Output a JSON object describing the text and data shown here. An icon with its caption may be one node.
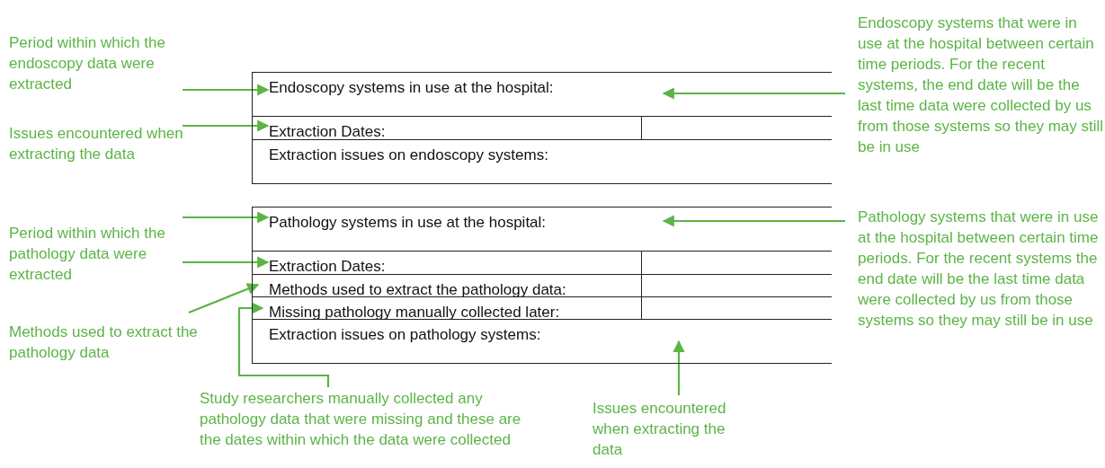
{
  "diagram": {
    "nodes": [
      {
        "text": [
          "Period within which the endoscopy data were extracted"
        ]
      },
      {
        "text": [
          "Issues encountered when extracting the data"
        ]
      },
      {
        "text": [
          "Endoscopy systems in use at the hospital:"
        ]
      },
      {
        "text": [
          "Extraction Dates:"
        ]
      },
      {
        "text": [],
        "shape": "box"
      },
      {
        "text": [
          "Extraction issues on endoscopy systems:"
        ]
      },
      {
        "text": [
          "Endoscopy systems that were in use at the hospital between certain time periods. For the recent systems, the end date will be the last time data were collected by us from those systems so they may still be in use"
        ]
      },
      {
        "text": [
          "Period within which the pathology data were extracted"
        ]
      },
      {
        "text": [
          "Methods used to extract the pathology data"
        ]
      },
      {
        "text": [
          "Pathology systems in use at the hospital:"
        ]
      },
      {
        "text": [
          "Extraction Dates:"
        ]
      },
      {
        "text": [],
        "shape": "box"
      },
      {
        "text": [
          "Methods used to extract the pathology data:"
        ]
      },
      {
        "text": [],
        "shape": "box"
      },
      {
        "text": [
          "Missing pathology manually collected later:"
        ]
      },
      {
        "text": [],
        "shape": "box"
      },
      {
        "text": [
          "Extraction issues on pathology systems:"
        ]
      },
      {
        "text": [
          "Pathology systems that were in use at the hospital between certain time periods. For the recent systems the end date will be the last time data were collected by us from those systems so they may still be in use"
        ]
      },
      {
        "text": [
          "Study researchers manually collected any pathology data that were missing and these are the dates within which the data were collected"
        ]
      },
      {
        "text": [
          "Issues encountered when extracting the data"
        ]
      }
    ],
    "edges": [
      {
        "from": 0,
        "to": 2,
        "arrow": "to"
      },
      {
        "from": 1,
        "to": 3,
        "arrow": "to"
      },
      {
        "from": 6,
        "to": 2,
        "arrow": "to"
      },
      {
        "from": 7,
        "to": 9,
        "arrow": "to"
      },
      {
        "from": 7,
        "to": 10,
        "arrow": "to"
      },
      {
        "from": 8,
        "to": 12,
        "arrow": "to"
      },
      {
        "from": 18,
        "to": 14,
        "arrow": "to"
      },
      {
        "from": 19,
        "to": 16,
        "arrow": "to"
      },
      {
        "from": 17,
        "to": 9,
        "arrow": "to"
      }
    ]
  }
}
